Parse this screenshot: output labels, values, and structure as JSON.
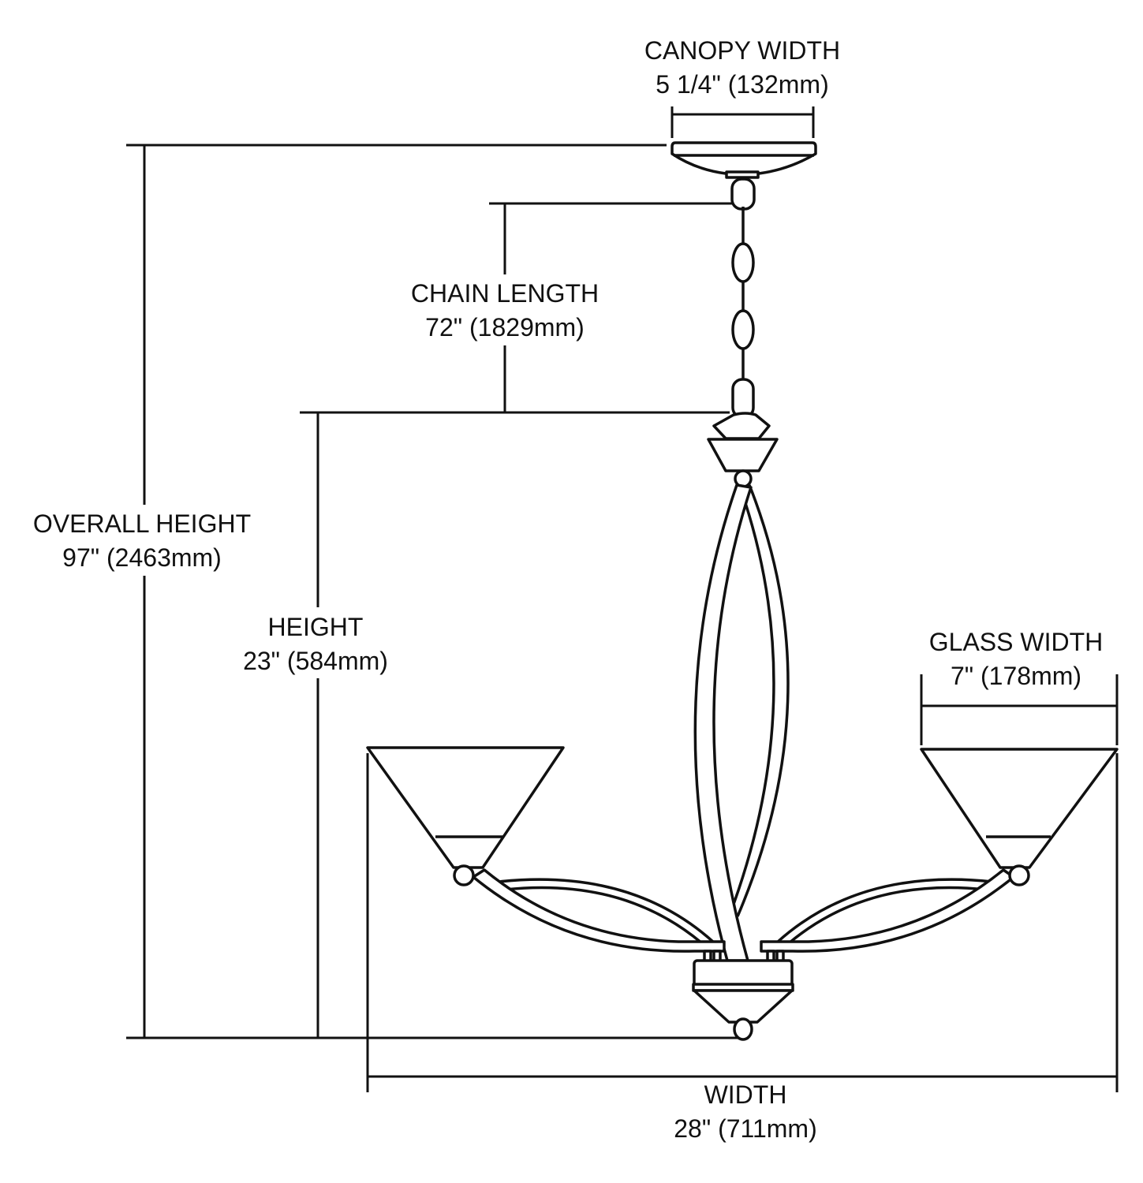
{
  "dimensions": {
    "canopy_width": {
      "label": "CANOPY WIDTH",
      "value": "5 1/4\" (132mm)"
    },
    "chain_length": {
      "label": "CHAIN LENGTH",
      "value": "72\" (1829mm)"
    },
    "overall_height": {
      "label": "OVERALL HEIGHT",
      "value": "97\" (2463mm)"
    },
    "height": {
      "label": "HEIGHT",
      "value": "23\" (584mm)"
    },
    "glass_width": {
      "label": "GLASS WIDTH",
      "value": "7\" (178mm)"
    },
    "width": {
      "label": "WIDTH",
      "value": "28\" (711mm)"
    }
  }
}
